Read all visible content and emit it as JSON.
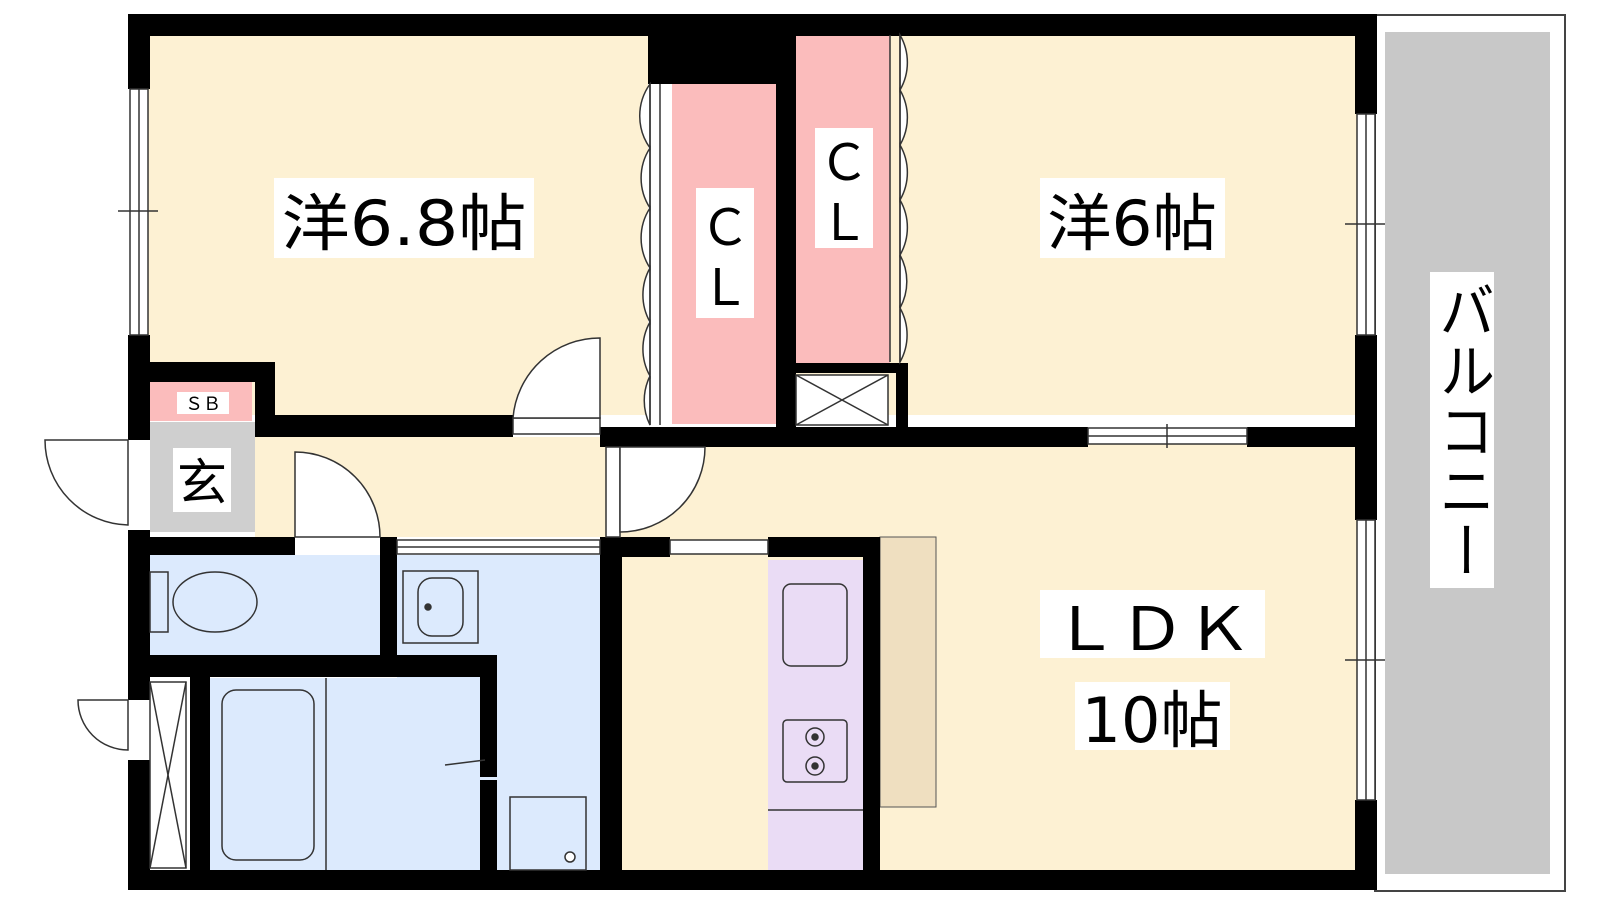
{
  "floor_plan": {
    "rooms": {
      "western_a": {
        "label": "洋6.8帖",
        "fill": "#fdf1d3"
      },
      "western_b": {
        "label": "洋6帖",
        "fill": "#fdf1d3"
      },
      "ldk": {
        "label": "ＬＤＫ",
        "size": "10帖",
        "fill": "#fdf1d3"
      },
      "closet_a": {
        "label_top": "Ｃ",
        "label_bottom": "Ｌ",
        "fill": "#fbbcbc"
      },
      "closet_b": {
        "label_top": "Ｃ",
        "label_bottom": "Ｌ",
        "fill": "#fbbcbc"
      },
      "entrance": {
        "label": "玄",
        "fill": "#cfcfcf"
      },
      "shoe_box": {
        "label": "ＳＢ",
        "fill": "#fbbcbc"
      },
      "balcony": {
        "label": "バルコニー",
        "fill": "#c8c8c8"
      },
      "toilet": {
        "fill": "#dceafd"
      },
      "washroom": {
        "fill": "#dceafd"
      },
      "bath": {
        "fill": "#dceafd"
      },
      "kitchen": {
        "fill": "#eadcf5"
      },
      "counter": {
        "fill": "#efdfc0"
      }
    },
    "colors": {
      "wall": "#000000",
      "fixture_stroke": "#333333"
    }
  }
}
